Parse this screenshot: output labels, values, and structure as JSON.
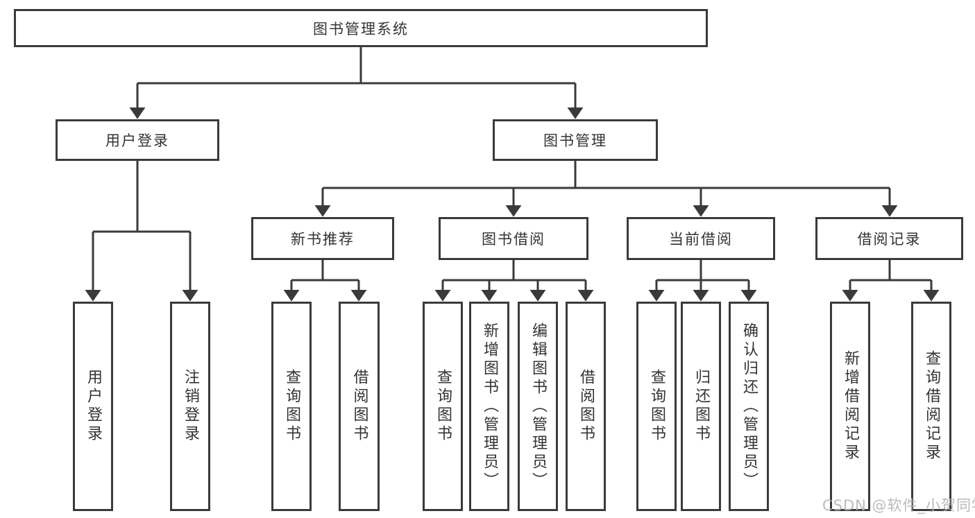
{
  "tree": {
    "root": {
      "label": "图书管理系统"
    },
    "branches": [
      {
        "label": "用户登录",
        "children": [
          {
            "label": "用户登录"
          },
          {
            "label": "注销登录"
          }
        ]
      },
      {
        "label": "图书管理",
        "children": [
          {
            "label": "新书推荐",
            "children": [
              {
                "label": "查询图书"
              },
              {
                "label": "借阅图书"
              }
            ]
          },
          {
            "label": "图书借阅",
            "children": [
              {
                "label": "查询图书"
              },
              {
                "label": "新增图书（管理员）"
              },
              {
                "label": "编辑图书（管理员）"
              },
              {
                "label": "借阅图书"
              }
            ]
          },
          {
            "label": "当前借阅",
            "children": [
              {
                "label": "查询图书"
              },
              {
                "label": "归还图书"
              },
              {
                "label": "确认归还（管理员）"
              }
            ]
          },
          {
            "label": "借阅记录",
            "children": [
              {
                "label": "新增借阅记录"
              },
              {
                "label": "查询借阅记录"
              }
            ]
          }
        ]
      }
    ]
  },
  "watermark": {
    "text": "CSDN @软件_小贺同学"
  },
  "colors": {
    "line": "#3a3a3a",
    "text": "#333333",
    "background": "#ffffff",
    "watermark": "#b3b3b3"
  }
}
